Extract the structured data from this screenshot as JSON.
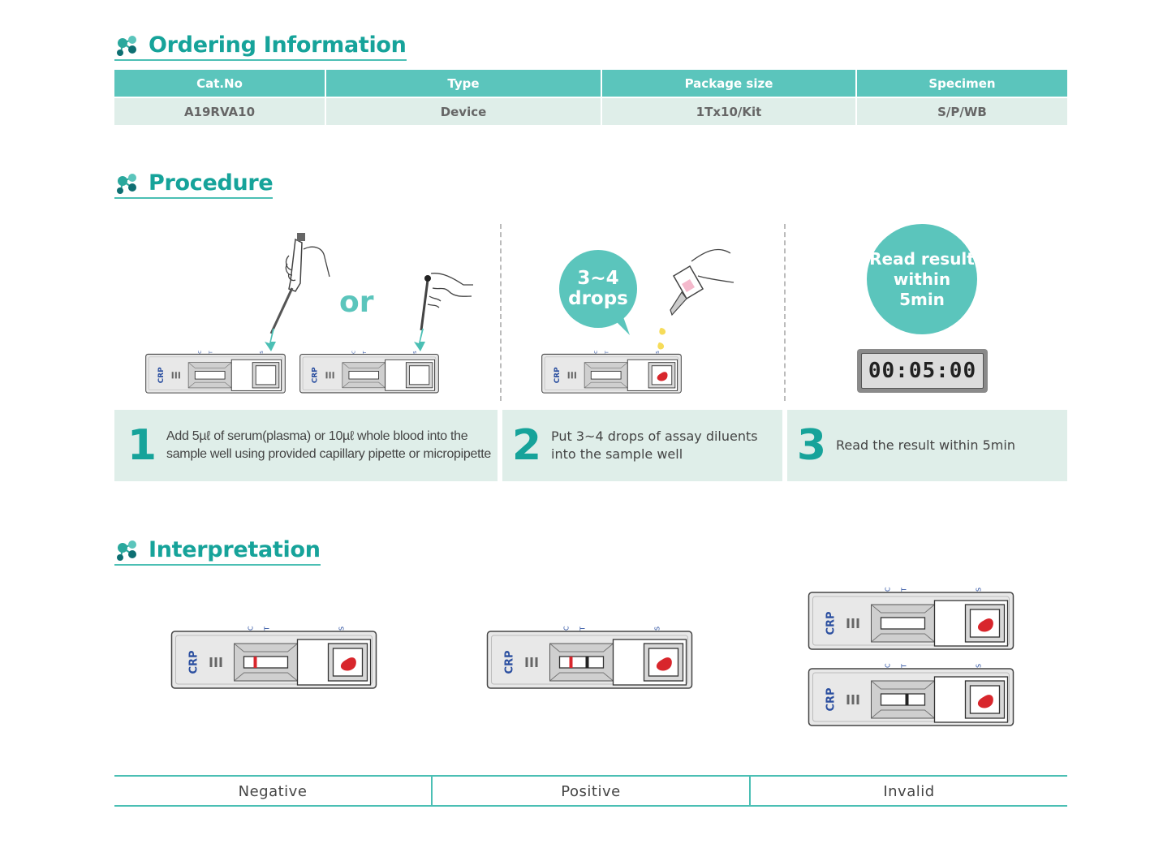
{
  "ordering": {
    "title": "Ordering Information",
    "headers": [
      "Cat.No",
      "Type",
      "Package size",
      "Specimen"
    ],
    "row": [
      "A19RVA10",
      "Device",
      "1Tx10/Kit",
      "S/P/WB"
    ]
  },
  "procedure": {
    "title": "Procedure",
    "or_label": "or",
    "drops_bubble": [
      "3~4",
      "drops"
    ],
    "read_bubble": [
      "Read result",
      "within",
      "5min"
    ],
    "timer": "00:05:00",
    "steps": [
      {
        "num": "1",
        "lines": [
          "Add 5µℓ of serum(plasma) or 10µℓ whole blood into the",
          "sample well using provided capillary pipette or micropipette"
        ]
      },
      {
        "num": "2",
        "lines": [
          "Put 3~4 drops of assay diluents",
          "into the sample well"
        ]
      },
      {
        "num": "3",
        "lines": [
          "Read the result within 5min"
        ]
      }
    ]
  },
  "device": {
    "name": "CRP",
    "c": "C",
    "t": "T",
    "s": "S"
  },
  "interpretation": {
    "title": "Interpretation",
    "labels": [
      "Negative",
      "Positive",
      "Invalid"
    ]
  },
  "colors": {
    "accent": "#16a39a",
    "accent_light": "#5bc5bc",
    "panel": "#dfeee9",
    "line_red": "#d8262c"
  }
}
